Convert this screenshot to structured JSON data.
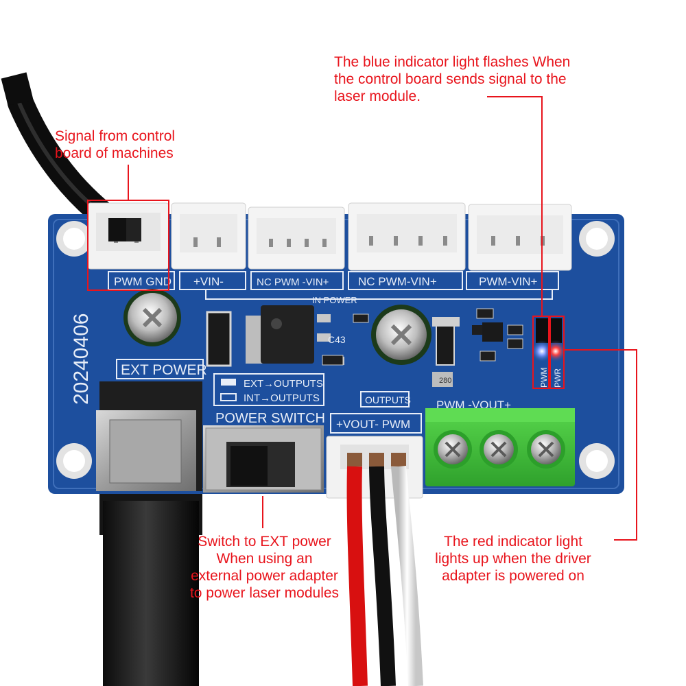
{
  "annotations": {
    "blue_light": [
      "The blue indicator light flashes When",
      "the control board sends signal to the",
      "laser module."
    ],
    "signal": [
      "Signal from control",
      "board of machines"
    ],
    "switch": [
      "Switch to EXT power",
      "When using an",
      "external power adapter",
      "to power laser modules"
    ],
    "red_light": [
      "The red indicator light",
      "lights up when the driver",
      "adapter is powered on"
    ]
  },
  "board": {
    "date_code": "20240406",
    "connector_labels": [
      "PWM GND",
      "+VIN-",
      "NC PWM -VIN+",
      "NC PWM-VIN+",
      "PWM-VIN+"
    ],
    "in_power": "IN POWER",
    "ext_power": "EXT POWER",
    "switch_options": [
      "EXT→OUTPUTS",
      "INT→OUTPUTS"
    ],
    "power_switch": "POWER SWITCH",
    "outputs": "OUTPUTS",
    "output_label": "+VOUT-  PWM",
    "terminal_label": "PWM   -VOUT+",
    "cap_label": "C43",
    "chip_label": "280",
    "led_labels": [
      "PWM",
      "PWR"
    ]
  },
  "colors": {
    "annotation": "#e8141c",
    "board": "#1d4f9e",
    "silkscreen": "#e8eef8",
    "terminal": "#3fc43a",
    "led_blue": "#4a6bff",
    "led_red": "#ff2a2a"
  }
}
